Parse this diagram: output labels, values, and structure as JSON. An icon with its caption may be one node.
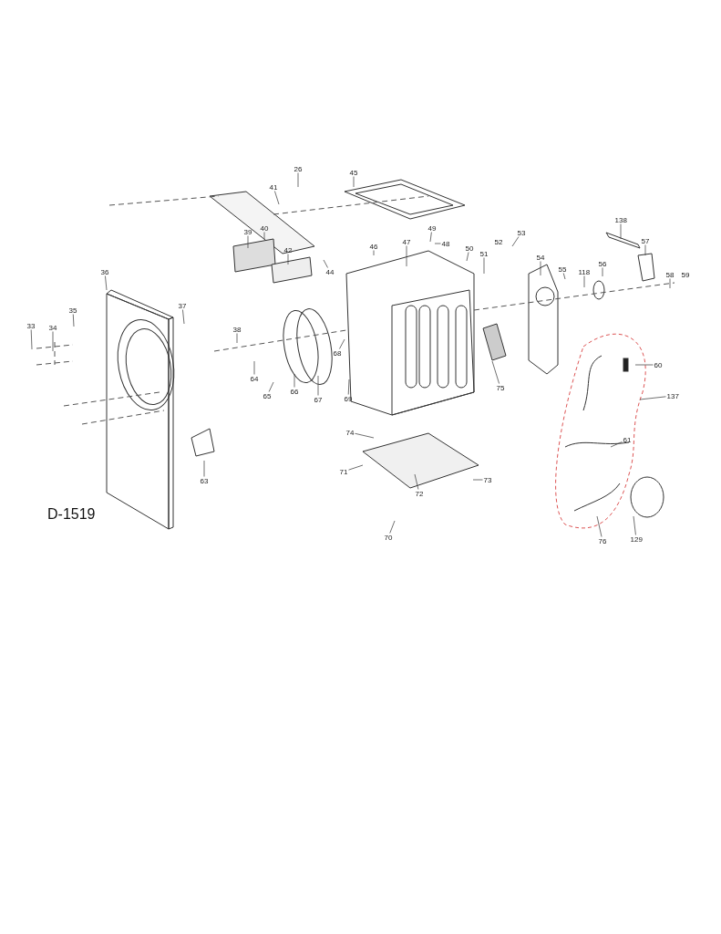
{
  "diagram": {
    "nodes": [
      {
        "text": [
          "26"
        ]
      },
      {
        "text": [
          "45"
        ]
      },
      {
        "text": [
          "41"
        ]
      },
      {
        "text": [
          "138"
        ]
      },
      {
        "text": [
          "39"
        ]
      },
      {
        "text": [
          "40"
        ]
      },
      {
        "text": [
          "49"
        ]
      },
      {
        "text": [
          "53"
        ]
      },
      {
        "text": [
          "57"
        ]
      },
      {
        "text": [
          "47"
        ]
      },
      {
        "text": [
          "48"
        ]
      },
      {
        "text": [
          "46"
        ]
      },
      {
        "text": [
          "50"
        ]
      },
      {
        "text": [
          "42"
        ]
      },
      {
        "text": [
          "51"
        ]
      },
      {
        "text": [
          "54"
        ]
      },
      {
        "text": [
          "36"
        ]
      },
      {
        "text": [
          "55"
        ]
      },
      {
        "text": [
          "118"
        ]
      },
      {
        "text": [
          "56"
        ]
      },
      {
        "text": [
          "44"
        ]
      },
      {
        "text": [
          "58"
        ]
      },
      {
        "text": [
          "37"
        ]
      },
      {
        "text": [
          "35"
        ]
      },
      {
        "text": [
          "33"
        ]
      },
      {
        "text": [
          "34"
        ]
      },
      {
        "text": [
          "38"
        ]
      },
      {
        "text": [
          "68"
        ]
      },
      {
        "text": [
          "60"
        ]
      },
      {
        "text": [
          "64"
        ]
      },
      {
        "text": [
          "66"
        ]
      },
      {
        "text": [
          "75"
        ]
      },
      {
        "text": [
          "65"
        ]
      },
      {
        "text": [
          "137"
        ]
      },
      {
        "text": [
          "67"
        ]
      },
      {
        "text": [
          "69"
        ]
      },
      {
        "text": [
          "74"
        ]
      },
      {
        "text": [
          "61"
        ]
      },
      {
        "text": [
          "71"
        ]
      },
      {
        "text": [
          "63"
        ]
      },
      {
        "text": [
          "73"
        ]
      },
      {
        "text": [
          "72"
        ]
      },
      {
        "text": [
          "70"
        ]
      },
      {
        "text": [
          "129"
        ]
      },
      {
        "text": [
          "76"
        ]
      }
    ],
    "edges": [
      {
        "from": 0,
        "to": null,
        "arrow": "none"
      },
      {
        "from": 1,
        "to": null,
        "arrow": "none"
      },
      {
        "from": 2,
        "to": null,
        "arrow": "none"
      },
      {
        "from": 3,
        "to": null,
        "arrow": "none"
      },
      {
        "from": 4,
        "to": null,
        "arrow": "none"
      },
      {
        "from": 5,
        "to": null,
        "arrow": "none"
      },
      {
        "from": 6,
        "to": null,
        "arrow": "none"
      },
      {
        "from": 7,
        "to": null,
        "arrow": "none"
      },
      {
        "from": 8,
        "to": null,
        "arrow": "none"
      },
      {
        "from": 9,
        "to": null,
        "arrow": "none"
      },
      {
        "from": 10,
        "to": null,
        "arrow": "none"
      },
      {
        "from": 11,
        "to": null,
        "arrow": "none"
      },
      {
        "from": 12,
        "to": null,
        "arrow": "none"
      },
      {
        "from": 13,
        "to": null,
        "arrow": "none"
      },
      {
        "from": 14,
        "to": null,
        "arrow": "none"
      },
      {
        "from": 15,
        "to": null,
        "arrow": "none"
      },
      {
        "from": 16,
        "to": null,
        "arrow": "none"
      },
      {
        "from": 17,
        "to": null,
        "arrow": "none"
      },
      {
        "from": 18,
        "to": null,
        "arrow": "none"
      },
      {
        "from": 19,
        "to": null,
        "arrow": "none"
      },
      {
        "from": 20,
        "to": null,
        "arrow": "none"
      },
      {
        "from": 21,
        "to": null,
        "arrow": "none"
      },
      {
        "from": 22,
        "to": null,
        "arrow": "none"
      },
      {
        "from": 23,
        "to": null,
        "arrow": "none"
      },
      {
        "from": 24,
        "to": null,
        "arrow": "none"
      },
      {
        "from": 25,
        "to": null,
        "arrow": "none"
      },
      {
        "from": 26,
        "to": null,
        "arrow": "none"
      },
      {
        "from": 27,
        "to": null,
        "arrow": "none"
      },
      {
        "from": 28,
        "to": null,
        "arrow": "none"
      },
      {
        "from": 29,
        "to": null,
        "arrow": "none"
      },
      {
        "from": 30,
        "to": null,
        "arrow": "none"
      },
      {
        "from": 31,
        "to": null,
        "arrow": "none"
      },
      {
        "from": 32,
        "to": null,
        "arrow": "none"
      },
      {
        "from": 33,
        "to": null,
        "arrow": "none"
      },
      {
        "from": 34,
        "to": null,
        "arrow": "none"
      },
      {
        "from": 35,
        "to": null,
        "arrow": "none"
      },
      {
        "from": 36,
        "to": null,
        "arrow": "none"
      },
      {
        "from": 37,
        "to": null,
        "arrow": "none"
      },
      {
        "from": 38,
        "to": null,
        "arrow": "none"
      },
      {
        "from": 39,
        "to": null,
        "arrow": "none"
      },
      {
        "from": 40,
        "to": null,
        "arrow": "none"
      },
      {
        "from": 41,
        "to": null,
        "arrow": "none"
      },
      {
        "from": 42,
        "to": null,
        "arrow": "none"
      },
      {
        "from": 43,
        "to": null,
        "arrow": "none"
      },
      {
        "from": 44,
        "to": null,
        "arrow": "none"
      }
    ],
    "labels": [
      "52",
      "59",
      "D-1519"
    ]
  }
}
